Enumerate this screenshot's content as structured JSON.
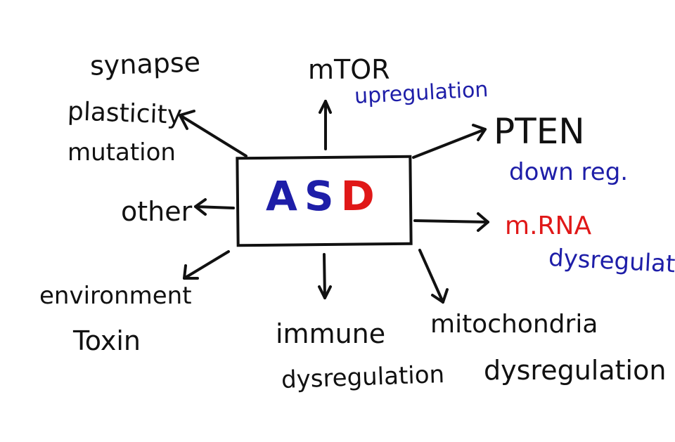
{
  "center": {
    "letters": [
      "A",
      "S",
      "D"
    ],
    "letter_colors": [
      "#1e1ea8",
      "#1e1ea8",
      "#e01818"
    ]
  },
  "nodes": {
    "synapse": {
      "line1": "synapse",
      "line2": "plasticity",
      "line3": "mutation"
    },
    "mtor": {
      "name": "mTOR",
      "note": "upregulation"
    },
    "pten": {
      "name": "PTEN",
      "note": "down reg."
    },
    "mirna": {
      "name": "m.RNA",
      "note": "dysregulation"
    },
    "other": {
      "name": "other"
    },
    "environment": {
      "line1": "environment",
      "line2": "Toxin"
    },
    "immune": {
      "line1": "immune",
      "line2": "dysregulation"
    },
    "mitochondria": {
      "line1": "mitochondria",
      "line2": "dysregulation"
    }
  },
  "colors": {
    "ink": "#111111",
    "blue": "#1e1ea8",
    "red": "#e01818"
  }
}
